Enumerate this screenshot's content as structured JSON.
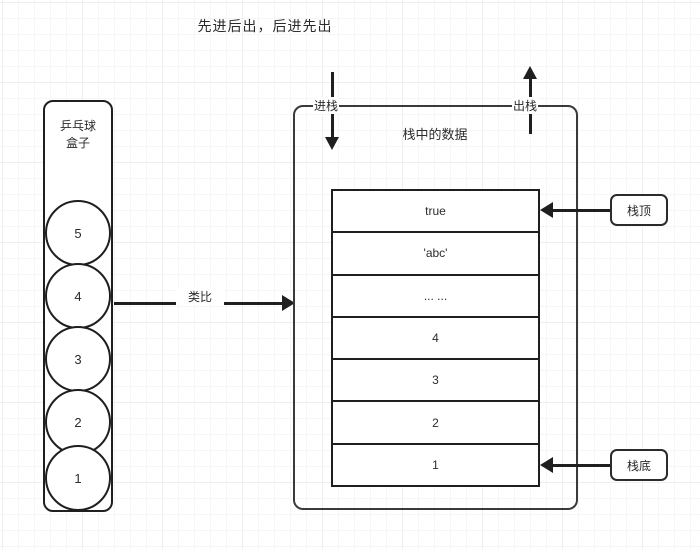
{
  "diagram": {
    "title": "先进后出，后进先出",
    "analogy_label": "类比",
    "left_box": {
      "label": "乒乓球\n盒子",
      "balls": [
        "5",
        "4",
        "3",
        "2",
        "1"
      ]
    },
    "stack": {
      "container_label": "栈中的数据",
      "push_label": "进栈",
      "pop_label": "出栈",
      "cells": [
        "true",
        "'abc'",
        "... ...",
        "4",
        "3",
        "2",
        "1"
      ],
      "top_callout": "栈顶",
      "bottom_callout": "栈底"
    },
    "colors": {
      "stroke": "#1f1f1f",
      "container_stroke": "#3a3a3a",
      "text": "#2b2b2b",
      "background": "#ffffff",
      "grid_minor": "#f5f6f7",
      "grid_major": "#eceef0"
    }
  }
}
